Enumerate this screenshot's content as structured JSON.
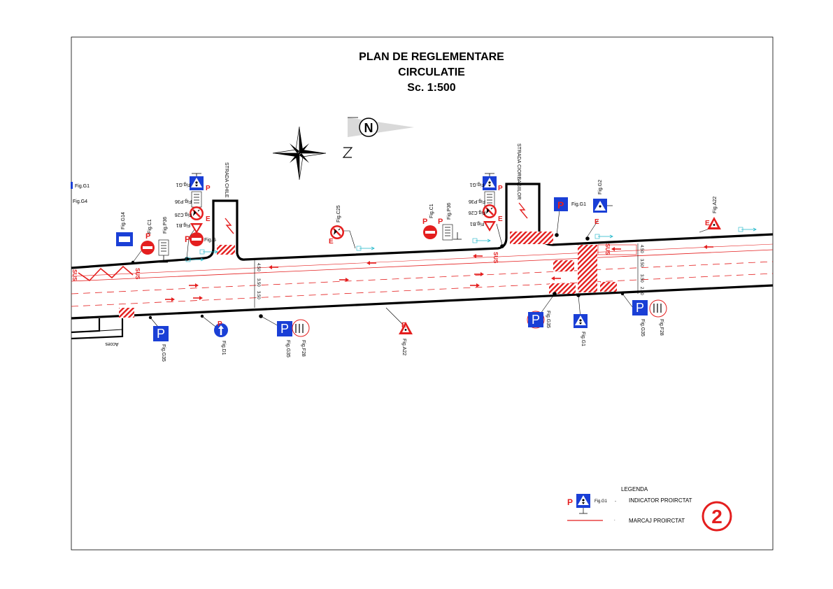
{
  "title": {
    "line1": "PLAN DE REGLEMENTARE",
    "line2": "CIRCULATIE",
    "scale": "Sc. 1:500"
  },
  "north": {
    "label": "N"
  },
  "streets": {
    "chile": "STRADA CHILE",
    "ciorbagiilor": "STRADA CIORBAGIILOR",
    "acces": "Acces"
  },
  "dimensions": {
    "a": "4.50",
    "b": "3.50",
    "c": "3.50",
    "d": "2.50"
  },
  "figures": {
    "g1_left": "Fig.G1",
    "g4": "Fig.G4",
    "g14": "Fig.G14",
    "c1_left": "Fig.C1",
    "p36_left": "Fig.P36",
    "g1_rot_left": "Fig.G1",
    "p36_rot_left": "Fig.P36",
    "c26_left": "Fig.C26",
    "b1_left": "Fig.B1",
    "g_short": "Fig.G",
    "c25": "Fig.C25",
    "c1_mid": "Fig.C1",
    "p36_mid": "Fig.P36",
    "g1_rot_mid": "Fig.G1",
    "p36_rot_mid": "Fig.P36",
    "c26_mid": "Fig.C26",
    "b1_mid": "Fig.B1",
    "g1_mid": "Fig.G1",
    "g2": "Fig.G2",
    "a22_top": "Fig.A22",
    "g35_a": "Fig.G35",
    "d1": "Fig.D1",
    "g35_b": "Fig.G35",
    "f28_a": "Fig.F28",
    "a22_bot": "Fig.A22",
    "g35_c": "Fig.G35",
    "g1_bot": "Fig.G1",
    "g35_d": "Fig.G35",
    "f28_b": "Fig.F28"
  },
  "sign_letters": {
    "parking": "P",
    "e": "E",
    "sus": "SUS"
  },
  "legend": {
    "title": "LEGENDA",
    "sign_fig": "Fig.G1",
    "sign_text": "INDICATOR PROIRCTAT",
    "line_text": "MARCAJ PROIRCTAT",
    "dash": "-",
    "dot": "."
  },
  "page_number": "2",
  "colors": {
    "road_edge": "#000000",
    "marking": "#e41e1e",
    "sign_blue": "#1a3fd6",
    "sign_red": "#e41e1e",
    "cyan": "#19b5c8"
  }
}
